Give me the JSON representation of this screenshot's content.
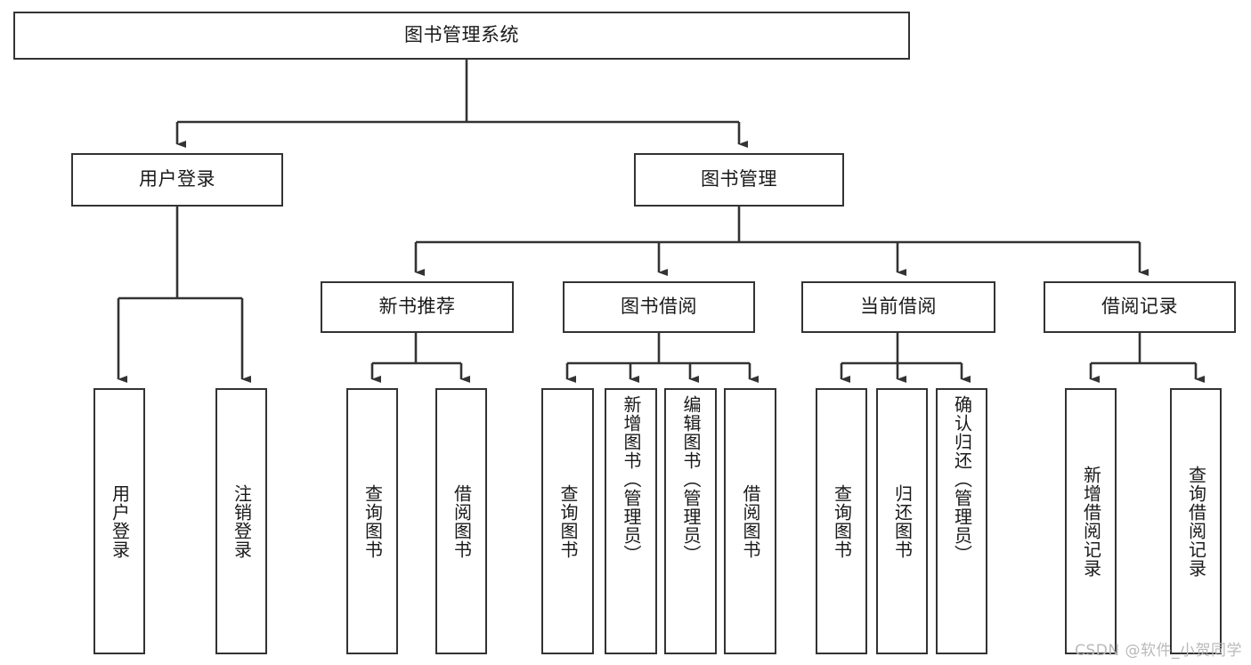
{
  "diagram": {
    "title": "图书管理系统",
    "type": "tree-hierarchy-diagram",
    "root": {
      "label": "图书管理系统"
    },
    "level2": [
      {
        "id": "user-login",
        "label": "用户登录"
      },
      {
        "id": "book-management",
        "label": "图书管理"
      }
    ],
    "level3": [
      {
        "id": "new-book-recommend",
        "label": "新书推荐",
        "parent": "book-management"
      },
      {
        "id": "book-borrow",
        "label": "图书借阅",
        "parent": "book-management"
      },
      {
        "id": "current-borrow",
        "label": "当前借阅",
        "parent": "book-management"
      },
      {
        "id": "borrow-record",
        "label": "借阅记录",
        "parent": "book-management"
      }
    ],
    "leaves": {
      "user_login": [
        {
          "id": "leaf-user-login",
          "label": "用户登录"
        },
        {
          "id": "leaf-user-logout",
          "label": "注销登录"
        }
      ],
      "new_book_recommend": [
        {
          "id": "leaf-query-book-1",
          "label": "查询图书"
        },
        {
          "id": "leaf-borrow-book-1",
          "label": "借阅图书"
        }
      ],
      "book_borrow": [
        {
          "id": "leaf-query-book-2",
          "label": "查询图书"
        },
        {
          "id": "leaf-add-book",
          "label": "新增图书（管理员）"
        },
        {
          "id": "leaf-edit-book",
          "label": "编辑图书（管理员）"
        },
        {
          "id": "leaf-borrow-book-2",
          "label": "借阅图书"
        }
      ],
      "current_borrow": [
        {
          "id": "leaf-query-book-3",
          "label": "查询图书"
        },
        {
          "id": "leaf-return-book",
          "label": "归还图书"
        },
        {
          "id": "leaf-confirm-return",
          "label": "确认归还（管理员）"
        }
      ],
      "borrow_record": [
        {
          "id": "leaf-add-record",
          "label": "新增借阅记录"
        },
        {
          "id": "leaf-query-record",
          "label": "查询借阅记录"
        }
      ]
    },
    "watermark": "CSDN @软件_小贺同学",
    "colors": {
      "stroke": "#333333",
      "fill": "#ffffff",
      "text": "#1a1a1a",
      "watermark": "#b9b9b9"
    }
  }
}
